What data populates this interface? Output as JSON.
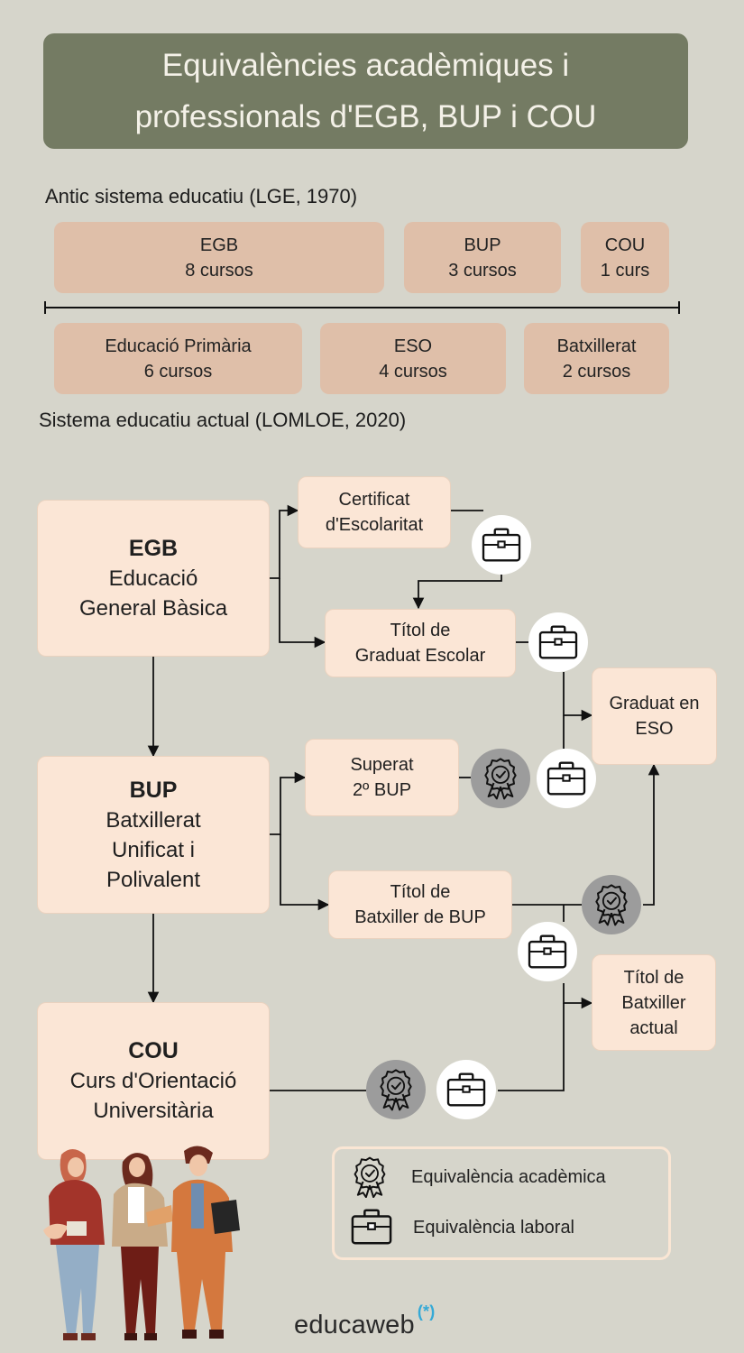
{
  "title": {
    "line1": "Equivalències acadèmiques i",
    "line2": "professionals d'EGB, BUP i COU"
  },
  "old_system": {
    "label": "Antic sistema educatiu (LGE, 1970)",
    "items": [
      {
        "name": "EGB",
        "years": "8 cursos"
      },
      {
        "name": "BUP",
        "years": "3 cursos"
      },
      {
        "name": "COU",
        "years": "1 curs"
      }
    ]
  },
  "new_system": {
    "label": "Sistema educatiu actual (LOMLOE, 2020)",
    "items": [
      {
        "name": "Educació Primària",
        "years": "6 cursos"
      },
      {
        "name": "ESO",
        "years": "4 cursos"
      },
      {
        "name": "Batxillerat",
        "years": "2 cursos"
      }
    ]
  },
  "flow": {
    "egb": {
      "abbr": "EGB",
      "line1": "Educació",
      "line2": "General Bàsica"
    },
    "bup": {
      "abbr": "BUP",
      "line1": "Batxillerat",
      "line2": "Unificat i",
      "line3": "Polivalent"
    },
    "cou": {
      "abbr": "COU",
      "line1": "Curs d'Orientació",
      "line2": "Universitària"
    },
    "certificat": {
      "line1": "Certificat",
      "line2": "d'Escolaritat"
    },
    "graduat_escolar": {
      "line1": "Títol de",
      "line2": "Graduat Escolar"
    },
    "superat": {
      "line1": "Superat",
      "line2": "2º BUP"
    },
    "batxiller_bup": {
      "line1": "Títol de",
      "line2": "Batxiller de BUP"
    },
    "graduat_eso": {
      "line1": "Graduat en",
      "line2": "ESO"
    },
    "batxiller_actual": {
      "line1": "Títol de",
      "line2": "Batxiller",
      "line3": "actual"
    }
  },
  "legend": {
    "academic": "Equivalència acadèmica",
    "labor": "Equivalència laboral"
  },
  "icons": {
    "academic": "award-badge-icon",
    "labor": "briefcase-icon"
  },
  "logo": {
    "text": "educaweb",
    "mark": "(*)"
  },
  "colors": {
    "background": "#d6d5cb",
    "title_bg": "#747b63",
    "tag_bg": "#dfbfa9",
    "node_bg": "#fbe6d6",
    "grey_circle": "#9c9c9c",
    "logo_accent": "#35a9d6"
  }
}
